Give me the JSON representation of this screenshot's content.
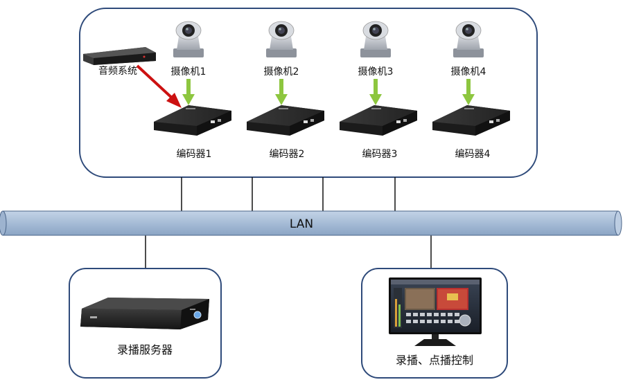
{
  "audio": {
    "label": "音频系统"
  },
  "cameras": [
    {
      "label": "摄像机1"
    },
    {
      "label": "摄像机2"
    },
    {
      "label": "摄像机3"
    },
    {
      "label": "摄像机4"
    }
  ],
  "encoders": [
    {
      "label": "编码器1"
    },
    {
      "label": "编码器2"
    },
    {
      "label": "编码器3"
    },
    {
      "label": "编码器4"
    }
  ],
  "lan": {
    "label": "LAN"
  },
  "server": {
    "label": "录播服务器"
  },
  "control": {
    "label": "录播、点播控制"
  },
  "colors": {
    "box_border": "#2e4a7a",
    "lan_fill": "#a9bfd9",
    "arrow_green": "#8dc63f",
    "arrow_red": "#cc1111",
    "device_dark": "#1e1e1e",
    "camera_gray": "#b8bcc4"
  }
}
